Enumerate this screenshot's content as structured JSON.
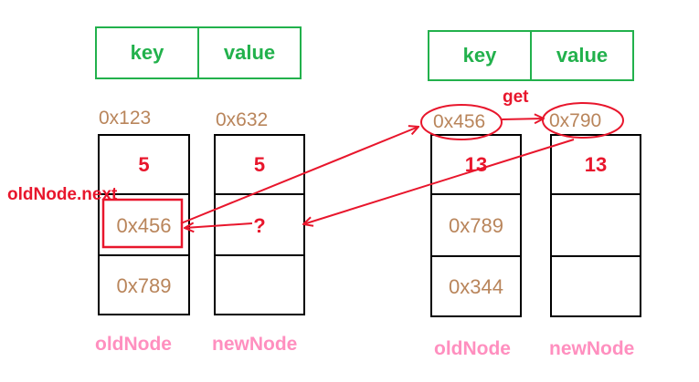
{
  "header": {
    "key": "key",
    "value": "value"
  },
  "groups": [
    {
      "nodes": [
        {
          "address": "0x123",
          "key": "5",
          "next": "0x456",
          "after": "0x789",
          "label": "oldNode"
        },
        {
          "address": "0x632",
          "key": "5",
          "next": "?",
          "after": "",
          "label": "newNode"
        }
      ]
    },
    {
      "nodes": [
        {
          "address": "0x456",
          "key": "13",
          "next": "0x789",
          "after": "0x344",
          "label": "oldNode"
        },
        {
          "address": "0x790",
          "key": "13",
          "next": "",
          "after": "",
          "label": "newNode"
        }
      ]
    }
  ],
  "annotations": {
    "old_next": "oldNode.next",
    "get": "get"
  },
  "colors": {
    "header_green": "#22b14c",
    "accent_red": "#e8162c",
    "address_brown": "#b9855b",
    "label_pink": "#ff8fbf"
  }
}
